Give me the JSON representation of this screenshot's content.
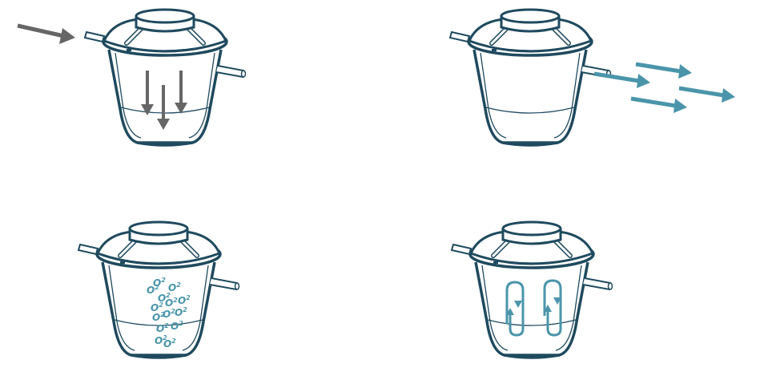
{
  "colors": {
    "outline": "#1f4a5e",
    "inflow_arrow": "#666666",
    "outflow_arrow": "#4a95aa",
    "oxygen": "#4a95aa",
    "circulation": "#4a95aa"
  },
  "stages": [
    {
      "name": "inflow",
      "icon": "inflow-arrow-icon"
    },
    {
      "name": "outflow",
      "icon": "outflow-arrows-icon"
    },
    {
      "name": "aeration",
      "icon": "oxygen-bubbles-icon",
      "oxygen_label": "O",
      "oxygen_sub": "2"
    },
    {
      "name": "circulation",
      "icon": "circulation-loop-icon"
    }
  ]
}
